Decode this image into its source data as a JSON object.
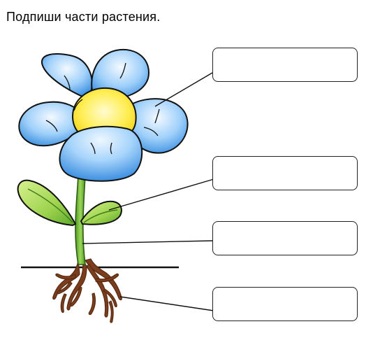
{
  "worksheet": {
    "title": "Подпиши части растения.",
    "answer_boxes": [
      {
        "part": "flower",
        "value": ""
      },
      {
        "part": "leaf",
        "value": ""
      },
      {
        "part": "stem",
        "value": ""
      },
      {
        "part": "root",
        "value": ""
      }
    ]
  },
  "colors": {
    "petal_light": "#e8f4ff",
    "petal_dark": "#3a8fe0",
    "center": "#ffee55",
    "leaf_light": "#c8ec7a",
    "leaf_dark": "#5aa82a",
    "stem": "#6fbf3a",
    "root": "#7a3e1e",
    "outline": "#111111"
  }
}
